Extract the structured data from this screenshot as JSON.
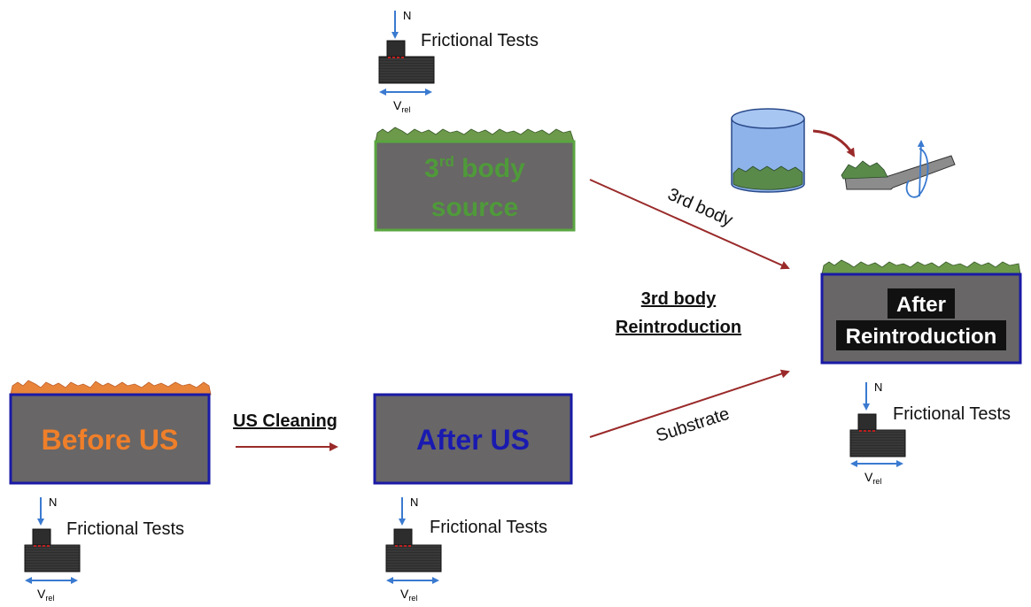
{
  "samples": {
    "before_us": {
      "label": "Before US",
      "text_color": "#f07f2a",
      "border_color": "#1a1aa6",
      "debris_color": "#e8853a"
    },
    "after_us": {
      "label": "After US",
      "text_color": "#1a1ab0",
      "border_color": "#1a1aa6"
    },
    "third_body_source": {
      "line1_prefix": "3",
      "line1_sup": "rd",
      "line1_suffix": " body",
      "line2": "source",
      "text_color": "#4f9a3a",
      "border_color": "#5aa640",
      "debris_color": "#6c9a4a"
    },
    "after_reintroduction": {
      "line1": "After",
      "line2": "Reintroduction",
      "text_color": "#ffffff",
      "border_color": "#1a1aa6",
      "debris_color": "#6c9a4a"
    }
  },
  "frictional_test": {
    "label": "Frictional Tests",
    "normal_force": "N",
    "velocity_main": "V",
    "velocity_sub": "rel"
  },
  "arrows": {
    "us_cleaning": "US Cleaning",
    "reintroduction_line1": "3rd body",
    "reintroduction_line2": "Reintroduction",
    "third_body": "3rd body",
    "substrate": "Substrate"
  },
  "colors": {
    "slab_fill": "#686666",
    "arrow_red": "#9a2a2a",
    "force_blue": "#3a7ad0",
    "cup_blue": "#5a8ad8"
  }
}
